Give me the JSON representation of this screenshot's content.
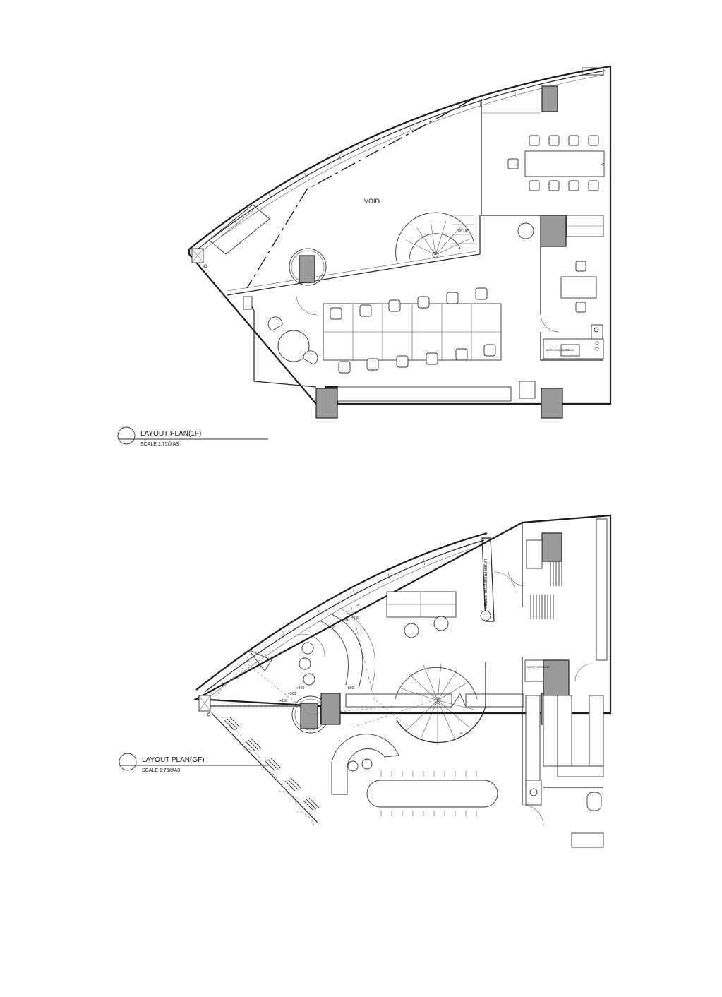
{
  "plan_1f": {
    "title": "LAYOUT PLAN(1F)",
    "scale": "SCALE 1:75@A3",
    "void_label": "VOID",
    "tv_label": "TV",
    "stair_label": "2/6 UP",
    "fridge_label": "FRIDGE",
    "water_label": "WATER DISPENSER"
  },
  "plan_gf": {
    "title": "LAYOUT PLAN(GF)",
    "scale": "SCALE 1:75@A3",
    "screen_label": "LASER PROJECTOR SCREEN",
    "level_450a": "+450",
    "level_300a": "+300",
    "level_150a": "+150",
    "level_450b": "+450",
    "level_300b": "+300",
    "level_150b": "+150",
    "level_860": "+860",
    "up_label": "UP",
    "stair_label": "UP 18R",
    "water_label": "WATER DISPENSER"
  }
}
